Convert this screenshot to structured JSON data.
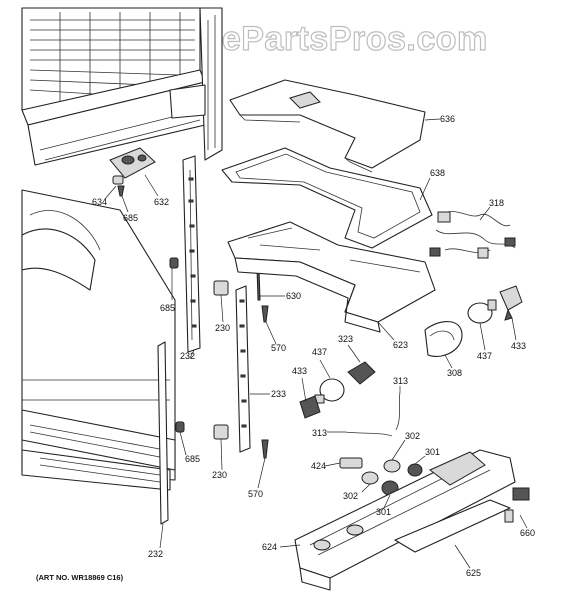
{
  "watermark": "AppliancePartsPros.com",
  "art_number": "(ART NO. WR18869 C16)",
  "callouts": {
    "p636": "636",
    "p638": "638",
    "p318": "318",
    "p634": "634",
    "p632": "632",
    "p685a": "685",
    "p685b": "685",
    "p685c": "685",
    "p630": "630",
    "p230a": "230",
    "p230b": "230",
    "p570a": "570",
    "p570b": "570",
    "p232a": "232",
    "p232b": "232",
    "p233": "233",
    "p623": "623",
    "p323": "323",
    "p437a": "437",
    "p437b": "437",
    "p433a": "433",
    "p433b": "433",
    "p308": "308",
    "p313a": "313",
    "p313b": "313",
    "p302a": "302",
    "p302b": "302",
    "p301a": "301",
    "p301b": "301",
    "p424": "424",
    "p624": "624",
    "p625": "625",
    "p660": "660"
  }
}
